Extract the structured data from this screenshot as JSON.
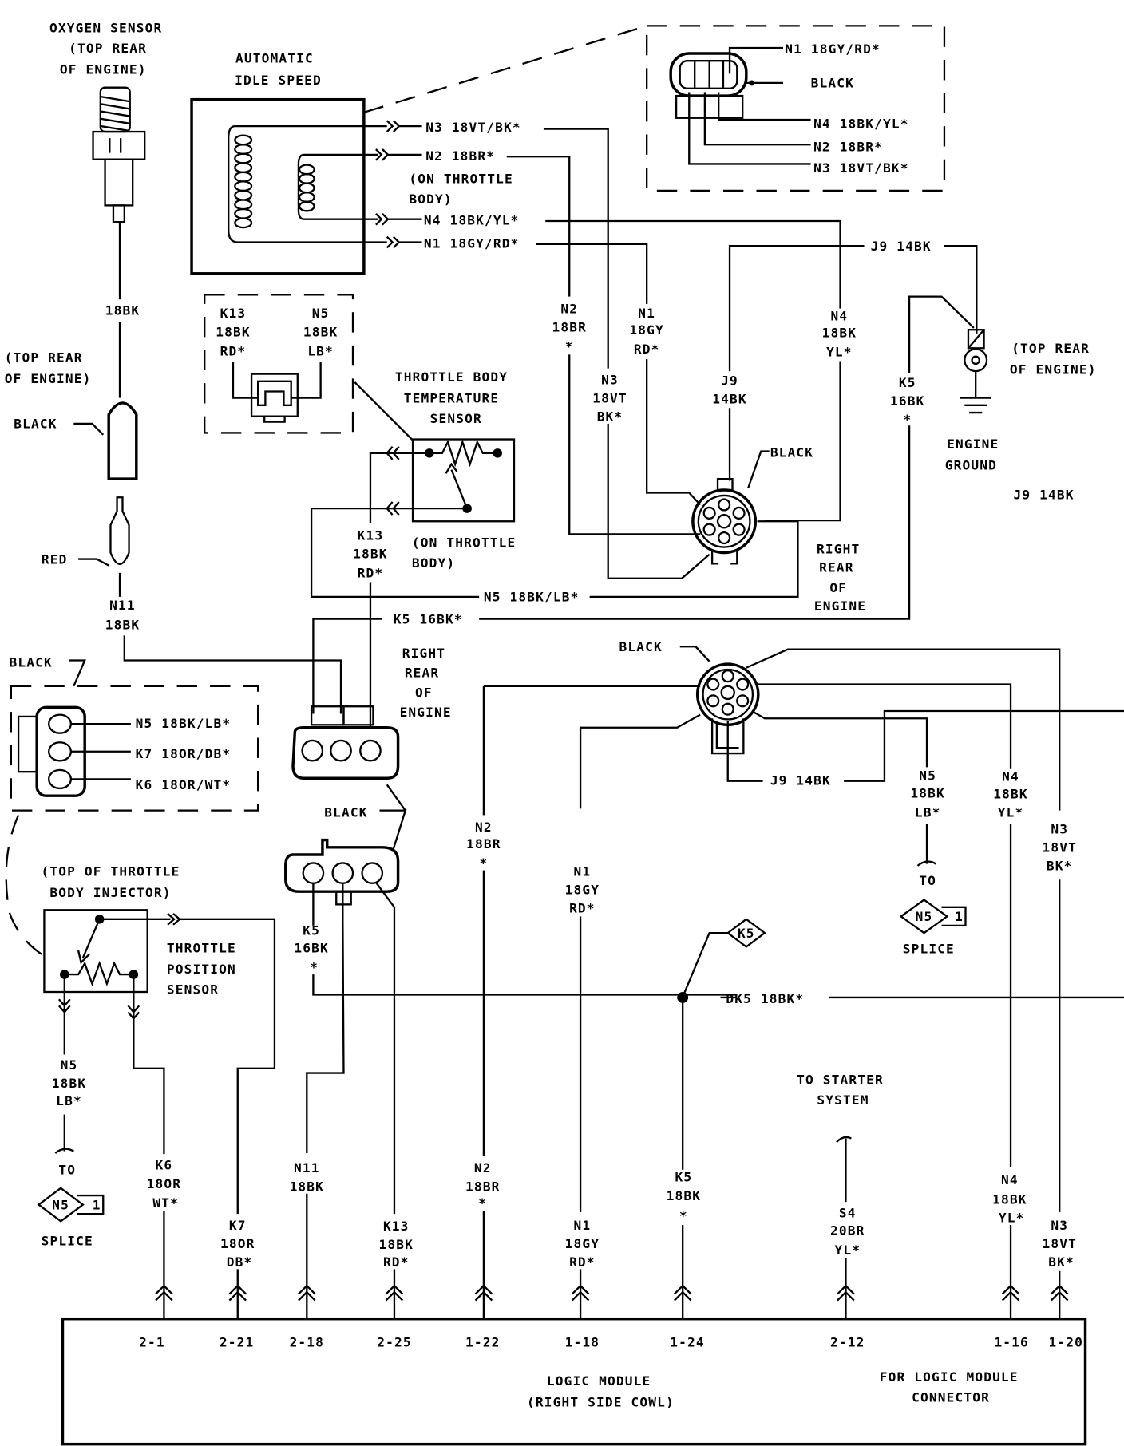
{
  "o2": {
    "title": "OXYGEN SENSOR",
    "loc1": "(TOP REAR",
    "loc2": "OF ENGINE)",
    "wire": "18BK"
  },
  "o2conn": {
    "loc1": "(TOP REAR",
    "loc2": "OF ENGINE)",
    "black": "BLACK",
    "red": "RED",
    "n11a": "N11",
    "n11b": "18BK"
  },
  "ais": {
    "title1": "AUTOMATIC",
    "title2": "IDLE SPEED",
    "n3": "N3 18VT/BK*",
    "n2": "N2 18BR*",
    "loc1": "(ON THROTTLE",
    "loc2": "BODY)",
    "n4": "N4 18BK/YL*",
    "n1": "N1 18GY/RD*"
  },
  "ais_conn": {
    "n1": "N1 18GY/RD*",
    "color": "BLACK",
    "n4": "N4 18BK/YL*",
    "n2": "N2 18BR*",
    "n3": "N3 18VT/BK*"
  },
  "upper_wires": {
    "n2": [
      "N2",
      "18BR",
      "*"
    ],
    "n1": [
      "N1",
      "18GY",
      "RD*"
    ],
    "n3": [
      "N3",
      "18VT",
      "BK*"
    ],
    "j9": [
      "J9",
      "14BK"
    ],
    "n4": [
      "N4",
      "18BK",
      "YL*"
    ],
    "k5": [
      "K5",
      "16BK",
      "*"
    ],
    "j9_top": "J9 14BK",
    "j9_right": "J9 14BK"
  },
  "ground": {
    "loc1": "(TOP REAR",
    "loc2": "OF ENGINE)",
    "name1": "ENGINE",
    "name2": "GROUND"
  },
  "round_conn_upper": {
    "color": "BLACK",
    "loc": [
      "RIGHT",
      "REAR",
      "OF",
      "ENGINE"
    ]
  },
  "tbts_conn": {
    "k13": [
      "K13",
      "18BK",
      "RD*"
    ],
    "n5": [
      "N5",
      "18BK",
      "LB*"
    ]
  },
  "tbts": {
    "title": [
      "THROTTLE BODY",
      "TEMPERATURE",
      "SENSOR"
    ],
    "k13": [
      "K13",
      "18BK",
      "RD*"
    ],
    "loc1": "(ON THROTTLE",
    "loc2": "BODY)",
    "n5": "N5 18BK/LB*",
    "k5": "K5 16BK*"
  },
  "mid_conn": {
    "loc": [
      "RIGHT",
      "REAR",
      "OF",
      "ENGINE"
    ],
    "black": "BLACK"
  },
  "round_conn_lower": {
    "color": "BLACK",
    "j9": "J9 14BK"
  },
  "tps_conn": {
    "color": "BLACK",
    "n5": "N5 18BK/LB*",
    "k7": "K7 18OR/DB*",
    "k6": "K6 18OR/WT*"
  },
  "lower_wires": {
    "n2": [
      "N2",
      "18BR",
      "*"
    ],
    "n1": [
      "N1",
      "18GY",
      "RD*"
    ],
    "n5": [
      "N5",
      "18BK",
      "LB*"
    ],
    "n4": [
      "N4",
      "18BK",
      "YL*"
    ],
    "n3": [
      "N3",
      "18VT",
      "BK*"
    ],
    "k5": [
      "K5",
      "16BK",
      "*"
    ]
  },
  "tps": {
    "loc1": "(TOP OF THROTTLE",
    "loc2": "BODY INJECTOR)",
    "name": [
      "THROTTLE",
      "POSITION",
      "SENSOR"
    ]
  },
  "splice_k5": {
    "label": "K5",
    "wire": "DK5 18BK*"
  },
  "splice_right": {
    "to": "TO",
    "id": "N5",
    "num": "1",
    "label": "SPLICE"
  },
  "splice_left": {
    "wire": [
      "N5",
      "18BK",
      "LB*"
    ],
    "to": "TO",
    "id": "N5",
    "num": "1",
    "label": "SPLICE"
  },
  "starter": {
    "line1": "TO STARTER",
    "line2": "SYSTEM"
  },
  "module_wires": {
    "k6": [
      "K6",
      "18OR",
      "WT*"
    ],
    "k7": [
      "K7",
      "18OR",
      "DB*"
    ],
    "n11": [
      "N11",
      "18BK"
    ],
    "k13": [
      "K13",
      "18BK",
      "RD*"
    ],
    "n2": [
      "N2",
      "18BR",
      "*"
    ],
    "n1": [
      "N1",
      "18GY",
      "RD*"
    ],
    "k5": [
      "K5",
      "18BK",
      "*"
    ],
    "s4": [
      "S4",
      "20BR",
      "YL*"
    ],
    "n4": [
      "N4",
      "18BK",
      "YL*"
    ],
    "n3": [
      "N3",
      "18VT",
      "BK*"
    ]
  },
  "module": {
    "pins": [
      "2-1",
      "2-21",
      "2-18",
      "2-25",
      "1-22",
      "1-18",
      "1-24",
      "2-12",
      "1-16",
      "1-20"
    ],
    "name1": "LOGIC MODULE",
    "name2": "(RIGHT SIDE COWL)",
    "note1": "FOR LOGIC MODULE",
    "note2": "CONNECTOR"
  }
}
